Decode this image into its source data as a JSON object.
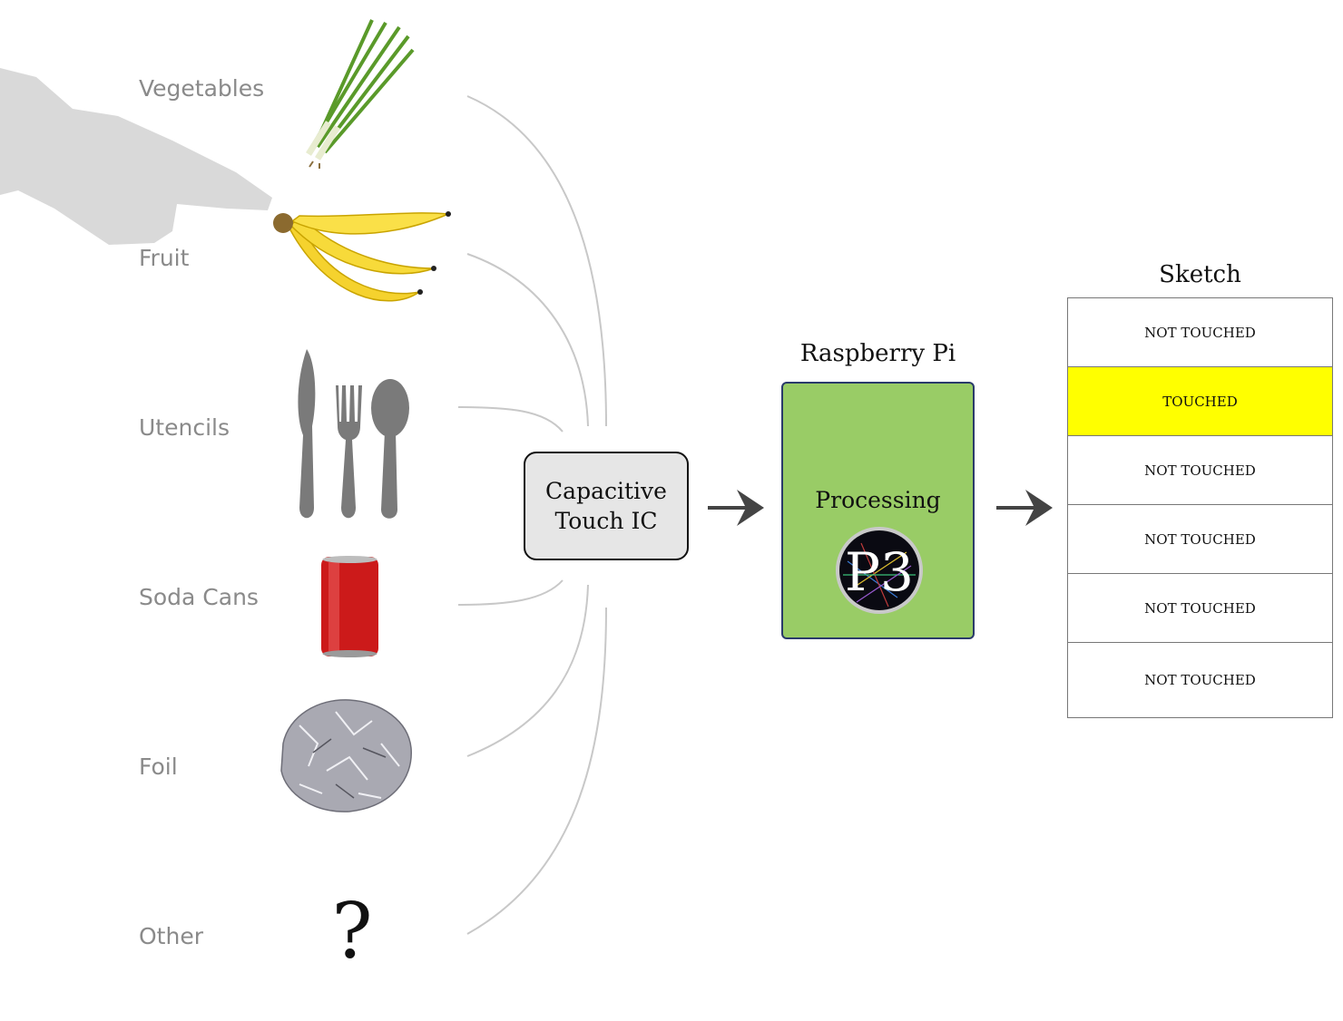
{
  "objects": [
    {
      "label": "Vegetables"
    },
    {
      "label": "Fruit"
    },
    {
      "label": "Utencils"
    },
    {
      "label": "Soda Cans"
    },
    {
      "label": "Foil"
    },
    {
      "label": "Other",
      "symbol": "?"
    }
  ],
  "ic": {
    "line1": "Capacitive",
    "line2": "Touch IC"
  },
  "pi": {
    "title": "Raspberry Pi",
    "app_label": "Processing",
    "logo_text": "P3"
  },
  "sketch": {
    "title": "Sketch",
    "rows": [
      {
        "text": "NOT TOUCHED",
        "touched": false
      },
      {
        "text": "TOUCHED",
        "touched": true
      },
      {
        "text": "NOT TOUCHED",
        "touched": false
      },
      {
        "text": "NOT TOUCHED",
        "touched": false
      },
      {
        "text": "NOT TOUCHED",
        "touched": false
      },
      {
        "text": "NOT TOUCHED",
        "touched": false
      }
    ]
  },
  "colors": {
    "pi_box": "#99cc66",
    "ic_box": "#e6e6e6",
    "touched_highlight": "#ffff00",
    "wire": "#cccccc",
    "arrow": "#444444"
  }
}
